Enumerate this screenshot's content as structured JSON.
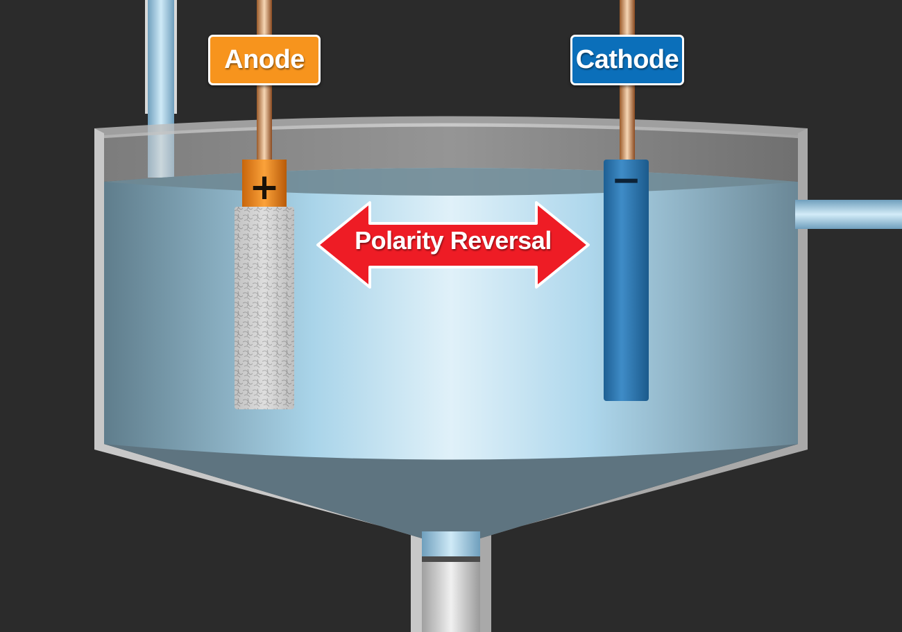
{
  "labels": {
    "anode": "Anode",
    "cathode": "Cathode",
    "arrow": "Polarity Reversal",
    "anode_sign": "+",
    "cathode_sign": "−"
  },
  "colors": {
    "background": "#2b2b2b",
    "anode": "#f7941d",
    "cathode": "#0b6fba",
    "arrow": "#ee1c25",
    "water": "#bfe0ef",
    "sludge": "#5e7480"
  }
}
